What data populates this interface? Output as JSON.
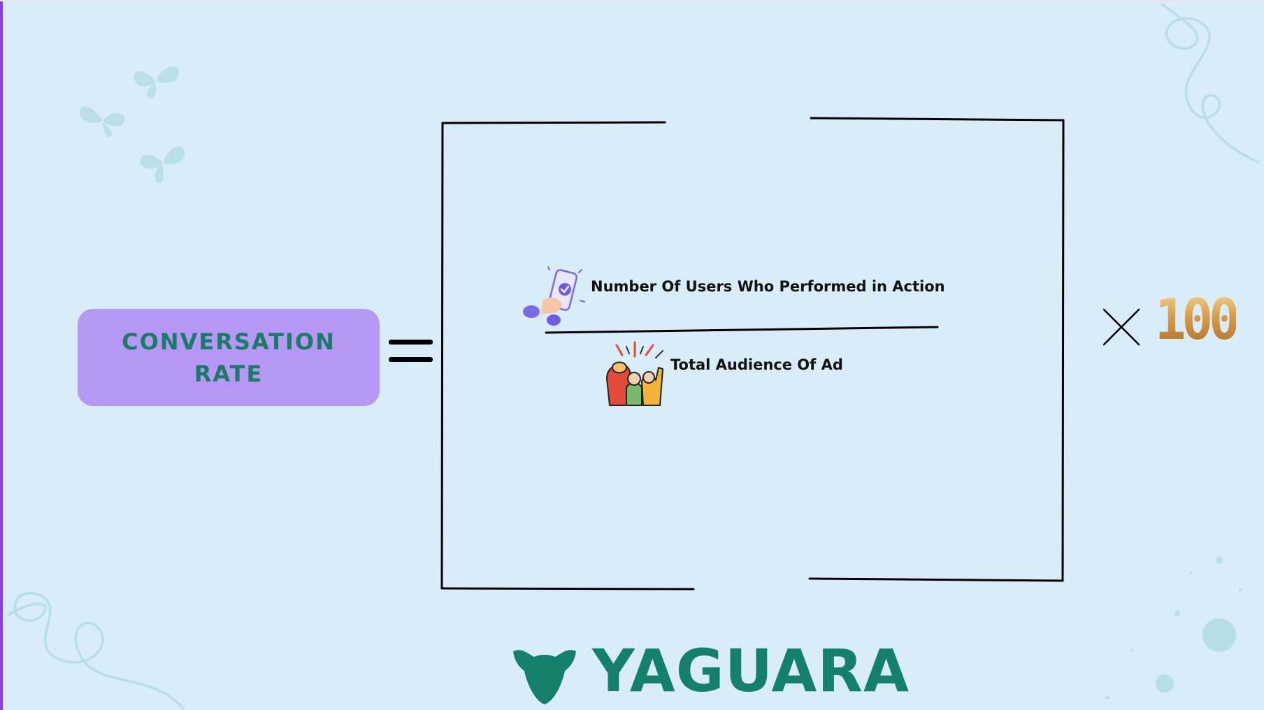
{
  "formula": {
    "label_lines": [
      "CONVERSATION",
      "RATE"
    ],
    "numerator": "Number Of Users Who Performed in Action",
    "denominator": "Total Audience Of Ad",
    "multiplier": "100"
  },
  "brand": {
    "name": "YAGUARA",
    "color": "#15806a"
  },
  "colors": {
    "background": "#d8edf7",
    "label_box": "#b498f4",
    "label_text": "#1c7a68",
    "accent_border": "#8b3fe0",
    "decor": "#b6dfe9"
  },
  "icons": [
    "butterfly-icon",
    "phone-tap-icon",
    "cheering-crowd-icon",
    "multiply-icon",
    "jaguar-head-icon"
  ]
}
